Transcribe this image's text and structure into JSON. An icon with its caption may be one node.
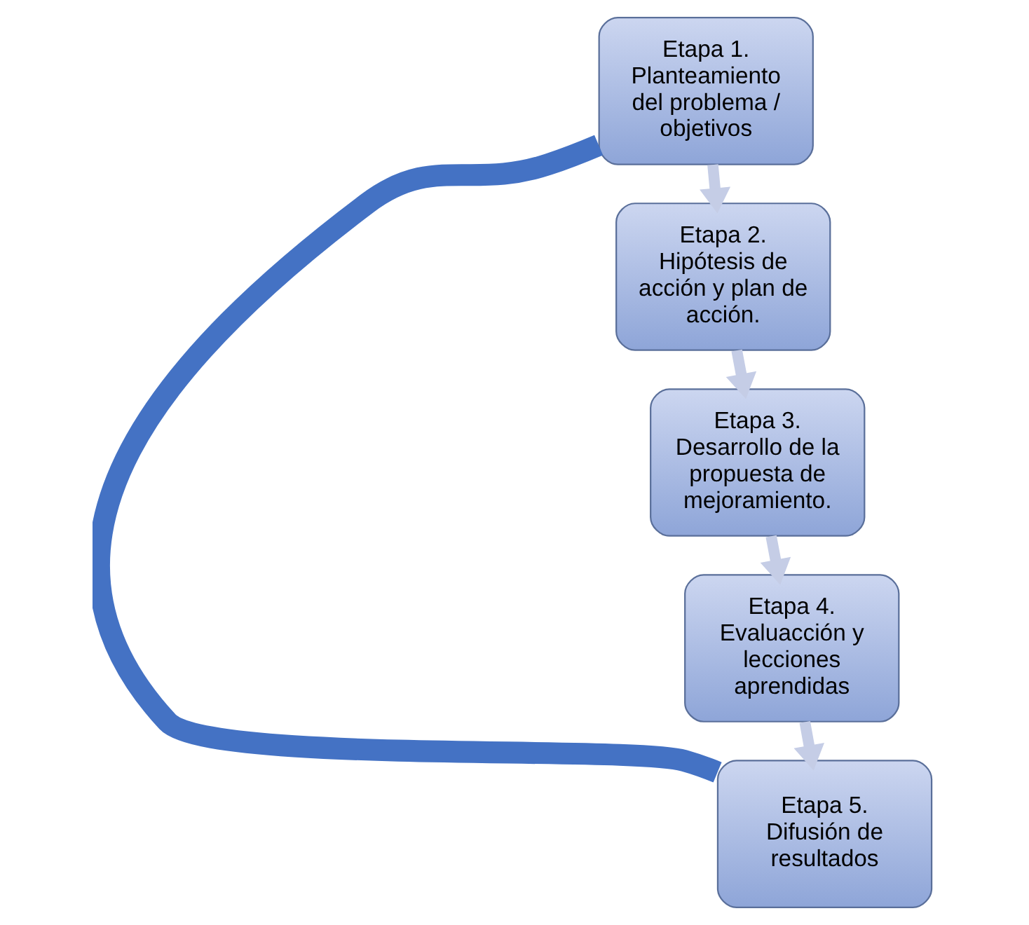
{
  "diagram": {
    "nodes": [
      {
        "text": [
          "Etapa 1. Planteamiento del problema / objetivos"
        ]
      },
      {
        "text": [
          "Etapa 2. Hipótesis de acción y plan de acción."
        ]
      },
      {
        "text": [
          "Etapa 3. Desarrollo de la propuesta de mejoramiento."
        ]
      },
      {
        "text": [
          "Etapa 4. Evaluacción y lecciones aprendidas"
        ]
      },
      {
        "text": [
          "Etapa 5. Difusión de resultados"
        ]
      }
    ],
    "edges": [
      {
        "from": 0,
        "to": 1,
        "arrow": "to"
      },
      {
        "from": 1,
        "to": 2,
        "arrow": "to"
      },
      {
        "from": 2,
        "to": 3,
        "arrow": "to"
      },
      {
        "from": 3,
        "to": 4,
        "arrow": "to"
      },
      {
        "from": 0,
        "to": 4,
        "arrow": "none",
        "style": "thick",
        "color": "#4472c4"
      }
    ]
  }
}
